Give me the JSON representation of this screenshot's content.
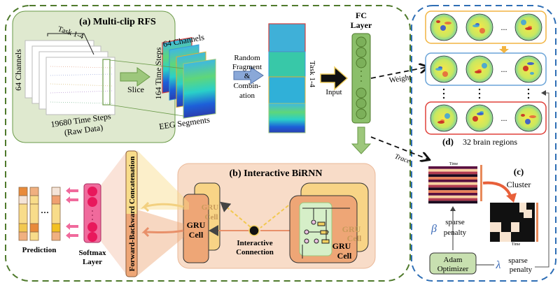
{
  "section_a": {
    "title": "(a) Multi-clip RFS",
    "task_label": "Task 1-4",
    "channels_label_left": "64 Channels",
    "raw_steps_label": "19680 Time Steps",
    "raw_data_label": "(Raw Data)",
    "slice_label": "Slice",
    "channels_label_top": "64 Channels",
    "time_steps_label": "164 Time Steps",
    "eeg_segments_label": "EEG Segments",
    "random_label_1": "Random",
    "random_label_2": "Fragment",
    "random_label_3": "&",
    "random_label_4": "Combin-",
    "random_label_5": "ation",
    "task_vertical_label": "Task 1-4"
  },
  "input_label": "Input",
  "fc_layer": {
    "title_1": "FC",
    "title_2": "Layer"
  },
  "weight_label": "Weight",
  "trace_label": "Trace",
  "section_b": {
    "title": "(b) Interactive BiRNN",
    "gru_back_1": "GRU",
    "gru_back_2": "Cell",
    "gru_front_1": "GRU",
    "gru_front_2": "Cell",
    "gru_right_back_1": "GRU",
    "gru_right_back_2": "Cell",
    "gru_right_front_1": "GRU",
    "gru_right_front_2": "Cell",
    "interactive_1": "Interactive",
    "interactive_2": "Connection"
  },
  "concat_label": "Forward-Backward Concatenation",
  "softmax": {
    "label_1": "Softmax",
    "label_2": "Layer"
  },
  "prediction_label": "Prediction",
  "section_c": {
    "title": "(c)",
    "cluster_label": "Cluster",
    "time_label": "Time",
    "beta_symbol": "β",
    "beta_text_1": "sparse",
    "beta_text_2": "penalty",
    "lambda_symbol": "λ",
    "lambda_text_1": "sparse",
    "lambda_text_2": "penalty",
    "optimizer_1": "Adam",
    "optimizer_2": "Optimizer"
  },
  "section_d": {
    "title": "(d)",
    "subtitle": "32 brain regions",
    "ellipsis": "..."
  },
  "colors": {
    "green_dashed": "#4f7a2c",
    "blue_dashed": "#2e6eb5",
    "panel_a_fill": "#dfe9cf",
    "panel_b_fill": "#f8dcc8",
    "fc_fill": "#8bbf6a",
    "softmax_fill": "#f06a9c",
    "row_yellow": "#f2b440",
    "row_blue": "#6aa4d8",
    "row_red": "#e0403a"
  }
}
